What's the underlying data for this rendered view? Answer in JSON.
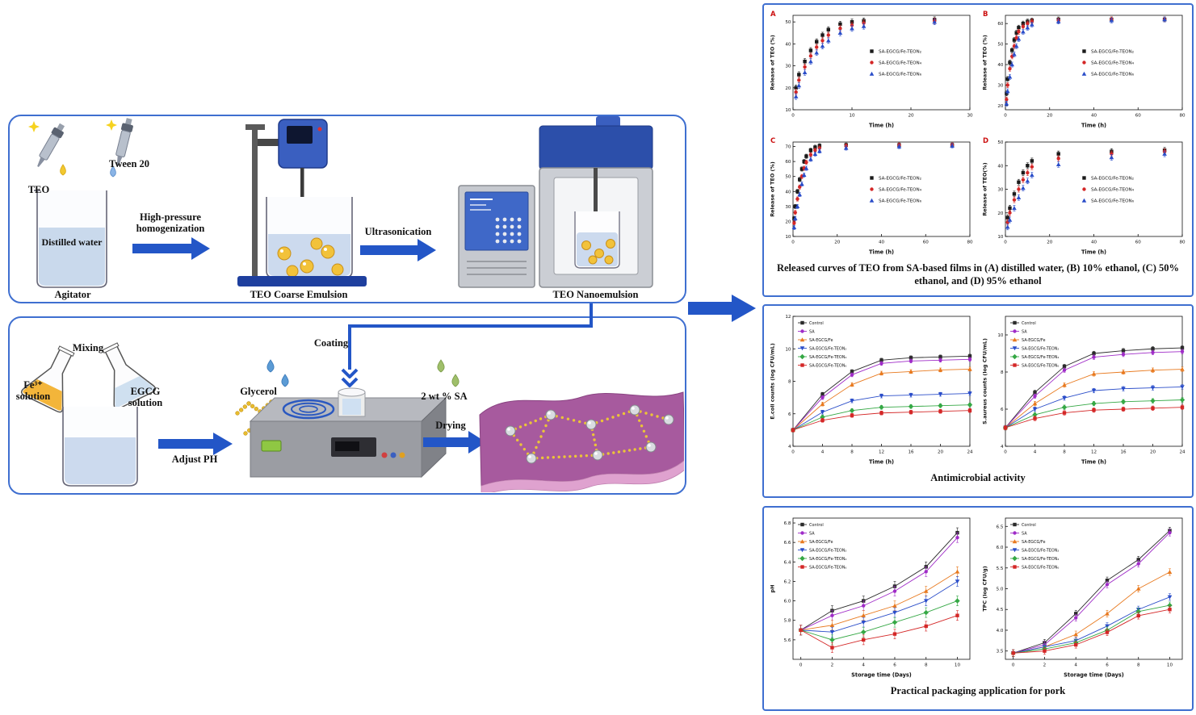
{
  "diagram": {
    "top_box": {
      "teo": "TEO",
      "tween": "Tween 20",
      "distilled_water": "Distilled water",
      "agitator": "Agitator",
      "homogenization": "High-pressure homogenization",
      "coarse_emulsion": "TEO Coarse Emulsion",
      "ultrasonication": "Ultrasonication",
      "nanoemulsion": "TEO Nanoemulsion"
    },
    "bottom_box": {
      "mixing": "Mixing",
      "fe_solution": "Fe³⁺ solution",
      "egcg_solution": "EGCG solution",
      "adjust_ph": "Adjust PH",
      "glycerol": "Glycerol",
      "coating": "Coating",
      "sa": "2 wt % SA",
      "drying": "Drying"
    }
  },
  "captions": {
    "release": "Released curves of TEO from SA-based films in (A) distilled water, (B) 10% ethanol, (C) 50% ethanol, and (D) 95% ethanol",
    "antimicrobial": "Antimicrobial activity",
    "packaging": "Practical packaging application for pork"
  },
  "colors": {
    "panel_border": "#3f6fd0",
    "arrow_blue": "#2356c7",
    "black": "#1a1a1a",
    "red": "#d42727",
    "blue": "#2a4dc9",
    "purple": "#a02cc8",
    "orange": "#e8791e",
    "green": "#35a845"
  },
  "chart_data": [
    {
      "id": "A",
      "type": "scatter",
      "corner_label": "A",
      "xlabel": "Time (h)",
      "ylabel": "Release of TEO (%)",
      "xlim": [
        0,
        30
      ],
      "ylim": [
        10,
        53
      ],
      "xticks": [
        0,
        10,
        20,
        30
      ],
      "yticks": [
        10,
        20,
        30,
        40,
        50
      ],
      "x": [
        0.5,
        1,
        2,
        3,
        4,
        5,
        6,
        8,
        10,
        12,
        24
      ],
      "lines": false,
      "err": 1.3,
      "legend": "right",
      "series": [
        {
          "name": "SA-EGCG/Fe-TEON₂",
          "color": "#1a1a1a",
          "marker": "square",
          "values": [
            20,
            26,
            32,
            37,
            41,
            44,
            46.5,
            49,
            50,
            50.5,
            51
          ]
        },
        {
          "name": "SA-EGCG/Fe-TEON₄",
          "color": "#d42727",
          "marker": "circle",
          "values": [
            18,
            23.5,
            29.5,
            34.5,
            38.5,
            41.5,
            44,
            47,
            48.5,
            49.5,
            50.5
          ]
        },
        {
          "name": "SA-EGCG/Fe-TEON₆",
          "color": "#2a4dc9",
          "marker": "triangle",
          "values": [
            16,
            21,
            27,
            32,
            36,
            39,
            41.5,
            45,
            47,
            48,
            50
          ]
        }
      ]
    },
    {
      "id": "B",
      "type": "scatter",
      "corner_label": "B",
      "xlabel": "Time (h)",
      "ylabel": "Release of TEO (%)",
      "xlim": [
        0,
        80
      ],
      "ylim": [
        18,
        64
      ],
      "xticks": [
        0,
        20,
        40,
        60,
        80
      ],
      "yticks": [
        20,
        30,
        40,
        50,
        60
      ],
      "x": [
        0.5,
        1,
        2,
        3,
        4,
        5,
        6,
        8,
        10,
        12,
        24,
        48,
        72
      ],
      "lines": false,
      "err": 1.2,
      "legend": "right",
      "series": [
        {
          "name": "SA-EGCG/Fe-TEON₂",
          "color": "#1a1a1a",
          "marker": "square",
          "values": [
            26,
            33,
            41,
            47,
            52,
            55.5,
            58,
            60,
            61,
            61.5,
            62,
            62,
            62
          ]
        },
        {
          "name": "SA-EGCG/Fe-TEON₄",
          "color": "#d42727",
          "marker": "circle",
          "values": [
            23,
            30,
            38,
            44,
            49,
            53,
            56,
            58.5,
            60,
            61,
            61.5,
            62,
            62
          ]
        },
        {
          "name": "SA-EGCG/Fe-TEON₆",
          "color": "#2a4dc9",
          "marker": "triangle",
          "values": [
            21,
            27,
            34,
            40,
            45,
            49,
            52.5,
            56,
            58,
            59.5,
            61,
            61.5,
            62
          ]
        }
      ]
    },
    {
      "id": "C",
      "type": "scatter",
      "corner_label": "C",
      "xlabel": "Time (h)",
      "ylabel": "Release of TEO (%)",
      "xlim": [
        0,
        80
      ],
      "ylim": [
        10,
        73
      ],
      "xticks": [
        0,
        20,
        40,
        60,
        80
      ],
      "yticks": [
        10,
        20,
        30,
        40,
        50,
        60,
        70
      ],
      "x": [
        0.5,
        1,
        2,
        3,
        4,
        5,
        6,
        8,
        10,
        12,
        24,
        48,
        72
      ],
      "lines": false,
      "err": 1.4,
      "legend": "right",
      "series": [
        {
          "name": "SA-EGCG/Fe-TEON₂",
          "color": "#1a1a1a",
          "marker": "square",
          "values": [
            22,
            30,
            40,
            48,
            55,
            60,
            63.5,
            67.5,
            69.5,
            70.5,
            71,
            71,
            71
          ]
        },
        {
          "name": "SA-EGCG/Fe-TEON₄",
          "color": "#d42727",
          "marker": "circle",
          "values": [
            19,
            26,
            35,
            43,
            50,
            55.5,
            59.5,
            64.5,
            67.5,
            69,
            70.5,
            71,
            71
          ]
        },
        {
          "name": "SA-EGCG/Fe-TEON₆",
          "color": "#2a4dc9",
          "marker": "triangle",
          "values": [
            16,
            22,
            30,
            38,
            45,
            51,
            55.5,
            61.5,
            65,
            67,
            69,
            70,
            70.5
          ]
        }
      ]
    },
    {
      "id": "D",
      "type": "scatter",
      "corner_label": "D",
      "xlabel": "Time (h)",
      "ylabel": "Release of TEO(%)",
      "xlim": [
        0,
        80
      ],
      "ylim": [
        10,
        50
      ],
      "xticks": [
        0,
        20,
        40,
        60,
        80
      ],
      "yticks": [
        10,
        20,
        30,
        40,
        50
      ],
      "x": [
        1,
        2,
        4,
        6,
        8,
        10,
        12,
        24,
        48,
        72
      ],
      "lines": false,
      "err": 1.2,
      "legend": "right",
      "series": [
        {
          "name": "SA-EGCG/Fe-TEON₂",
          "color": "#1a1a1a",
          "marker": "square",
          "values": [
            18,
            22,
            28,
            33,
            37,
            40,
            42,
            45,
            46,
            46.5
          ]
        },
        {
          "name": "SA-EGCG/Fe-TEON₄",
          "color": "#d42727",
          "marker": "circle",
          "values": [
            16,
            20,
            25.5,
            30,
            34,
            37,
            39.5,
            43,
            45,
            46
          ]
        },
        {
          "name": "SA-EGCG/Fe-TEON₆",
          "color": "#2a4dc9",
          "marker": "triangle",
          "values": [
            14,
            17,
            22,
            26.5,
            30.5,
            33.5,
            36,
            40.5,
            43.5,
            45
          ]
        }
      ]
    },
    {
      "id": "ecoli",
      "type": "line",
      "xlabel": "Time (h)",
      "ylabel": "E.coli counts (log CFU/mL)",
      "xlim": [
        0,
        24
      ],
      "ylim": [
        4,
        12
      ],
      "xticks": [
        0,
        4,
        8,
        12,
        16,
        20,
        24
      ],
      "yticks": [
        4,
        6,
        8,
        10,
        12
      ],
      "x": [
        0,
        4,
        8,
        12,
        16,
        20,
        24
      ],
      "lines": true,
      "err": 0.12,
      "legend": "topleft",
      "series": [
        {
          "name": "Control",
          "color": "#2b2b2b",
          "marker": "square",
          "values": [
            5.0,
            7.2,
            8.6,
            9.3,
            9.45,
            9.5,
            9.55
          ]
        },
        {
          "name": "SA",
          "color": "#a02cc8",
          "marker": "circle",
          "values": [
            5.0,
            7.0,
            8.4,
            9.1,
            9.25,
            9.3,
            9.35
          ]
        },
        {
          "name": "SA-EGCG/Fe",
          "color": "#e8791e",
          "marker": "triangle",
          "values": [
            5.0,
            6.6,
            7.8,
            8.5,
            8.6,
            8.7,
            8.75
          ]
        },
        {
          "name": "SA-EGCG/Fe-TEON₂",
          "color": "#2a4dc9",
          "marker": "tridown",
          "values": [
            5.0,
            6.1,
            6.8,
            7.1,
            7.15,
            7.2,
            7.25
          ]
        },
        {
          "name": "SA-EGCG/Fe-TEON₄",
          "color": "#35a845",
          "marker": "diamond",
          "values": [
            5.0,
            5.8,
            6.2,
            6.4,
            6.45,
            6.5,
            6.55
          ]
        },
        {
          "name": "SA-EGCG/Fe-TEON₆",
          "color": "#d42727",
          "marker": "square",
          "values": [
            5.0,
            5.6,
            5.9,
            6.05,
            6.1,
            6.15,
            6.2
          ]
        }
      ]
    },
    {
      "id": "saureus",
      "type": "line",
      "xlabel": "Time (h)",
      "ylabel": "S.aureus counts (log CFU/mL)",
      "xlim": [
        0,
        24
      ],
      "ylim": [
        4,
        11
      ],
      "xticks": [
        0,
        4,
        8,
        12,
        16,
        20,
        24
      ],
      "yticks": [
        4,
        6,
        8,
        10
      ],
      "x": [
        0,
        4,
        8,
        12,
        16,
        20,
        24
      ],
      "lines": true,
      "err": 0.12,
      "legend": "topleft",
      "series": [
        {
          "name": "Control",
          "color": "#2b2b2b",
          "marker": "square",
          "values": [
            5.0,
            6.9,
            8.3,
            9.0,
            9.15,
            9.25,
            9.3
          ]
        },
        {
          "name": "SA",
          "color": "#a02cc8",
          "marker": "circle",
          "values": [
            5.0,
            6.7,
            8.1,
            8.8,
            8.95,
            9.05,
            9.1
          ]
        },
        {
          "name": "SA-EGCG/Fe",
          "color": "#e8791e",
          "marker": "triangle",
          "values": [
            5.0,
            6.3,
            7.3,
            7.9,
            8.0,
            8.1,
            8.15
          ]
        },
        {
          "name": "SA-EGCG/Fe-TEON₂",
          "color": "#2a4dc9",
          "marker": "tridown",
          "values": [
            5.0,
            6.0,
            6.6,
            7.0,
            7.1,
            7.15,
            7.2
          ]
        },
        {
          "name": "SA-EGCG/Fe-TEON₄",
          "color": "#35a845",
          "marker": "diamond",
          "values": [
            5.0,
            5.7,
            6.1,
            6.3,
            6.4,
            6.45,
            6.5
          ]
        },
        {
          "name": "SA-EGCG/Fe-TEON₆",
          "color": "#d42727",
          "marker": "square",
          "values": [
            5.0,
            5.5,
            5.8,
            5.95,
            6.0,
            6.05,
            6.1
          ]
        }
      ]
    },
    {
      "id": "ph",
      "type": "line",
      "xlabel": "Storage time (Days)",
      "ylabel": "pH",
      "xlim": [
        -0.5,
        10.8
      ],
      "ylim": [
        5.4,
        6.85
      ],
      "xticks": [
        0,
        2,
        4,
        6,
        8,
        10
      ],
      "yticks": [
        5.6,
        5.8,
        6.0,
        6.2,
        6.4,
        6.6,
        6.8
      ],
      "ytick_labels": [
        "5.6",
        "5.8",
        "6.0",
        "6.2",
        "6.4",
        "6.6",
        "6.8"
      ],
      "x": [
        0,
        2,
        4,
        6,
        8,
        10
      ],
      "lines": true,
      "err": 0.05,
      "legend": "topleft",
      "series": [
        {
          "name": "Control",
          "color": "#2b2b2b",
          "marker": "square",
          "values": [
            5.7,
            5.9,
            6.0,
            6.15,
            6.35,
            6.7
          ]
        },
        {
          "name": "SA",
          "color": "#a02cc8",
          "marker": "circle",
          "values": [
            5.7,
            5.85,
            5.95,
            6.1,
            6.3,
            6.65
          ]
        },
        {
          "name": "SA-EGCG/Fe",
          "color": "#e8791e",
          "marker": "triangle",
          "values": [
            5.7,
            5.75,
            5.85,
            5.95,
            6.1,
            6.3
          ]
        },
        {
          "name": "SA-EGCG/Fe-TEON₂",
          "color": "#2a4dc9",
          "marker": "tridown",
          "values": [
            5.7,
            5.68,
            5.78,
            5.88,
            6.0,
            6.2
          ]
        },
        {
          "name": "SA-EGCG/Fe-TEON₄",
          "color": "#35a845",
          "marker": "diamond",
          "values": [
            5.7,
            5.6,
            5.68,
            5.78,
            5.88,
            6.0
          ]
        },
        {
          "name": "SA-EGCG/Fe-TEON₆",
          "color": "#d42727",
          "marker": "square",
          "values": [
            5.7,
            5.52,
            5.6,
            5.66,
            5.74,
            5.85
          ]
        }
      ]
    },
    {
      "id": "tpc",
      "type": "line",
      "xlabel": "Storage time (Days)",
      "ylabel": "TPC (log CFU/g)",
      "xlim": [
        -0.5,
        10.8
      ],
      "ylim": [
        3.3,
        6.7
      ],
      "xticks": [
        0,
        2,
        4,
        6,
        8,
        10
      ],
      "yticks": [
        3.5,
        4.0,
        4.5,
        5.0,
        5.5,
        6.0,
        6.5
      ],
      "ytick_labels": [
        "3.5",
        "4.0",
        "4.5",
        "5.0",
        "5.5",
        "6.0",
        "6.5"
      ],
      "x": [
        0,
        2,
        4,
        6,
        8,
        10
      ],
      "lines": true,
      "err": 0.08,
      "legend": "topleft",
      "series": [
        {
          "name": "Control",
          "color": "#2b2b2b",
          "marker": "square",
          "values": [
            3.45,
            3.7,
            4.4,
            5.2,
            5.7,
            6.4
          ]
        },
        {
          "name": "SA",
          "color": "#a02cc8",
          "marker": "circle",
          "values": [
            3.45,
            3.65,
            4.3,
            5.1,
            5.6,
            6.35
          ]
        },
        {
          "name": "SA-EGCG/Fe",
          "color": "#e8791e",
          "marker": "triangle",
          "values": [
            3.45,
            3.6,
            3.9,
            4.4,
            5.0,
            5.4
          ]
        },
        {
          "name": "SA-EGCG/Fe-TEON₂",
          "color": "#2a4dc9",
          "marker": "tridown",
          "values": [
            3.45,
            3.6,
            3.75,
            4.1,
            4.5,
            4.8
          ]
        },
        {
          "name": "SA-EGCG/Fe-TEON₄",
          "color": "#35a845",
          "marker": "diamond",
          "values": [
            3.45,
            3.55,
            3.7,
            4.0,
            4.45,
            4.6
          ]
        },
        {
          "name": "SA-EGCG/Fe-TEON₆",
          "color": "#d42727",
          "marker": "square",
          "values": [
            3.45,
            3.5,
            3.65,
            3.95,
            4.35,
            4.5
          ]
        }
      ]
    }
  ]
}
